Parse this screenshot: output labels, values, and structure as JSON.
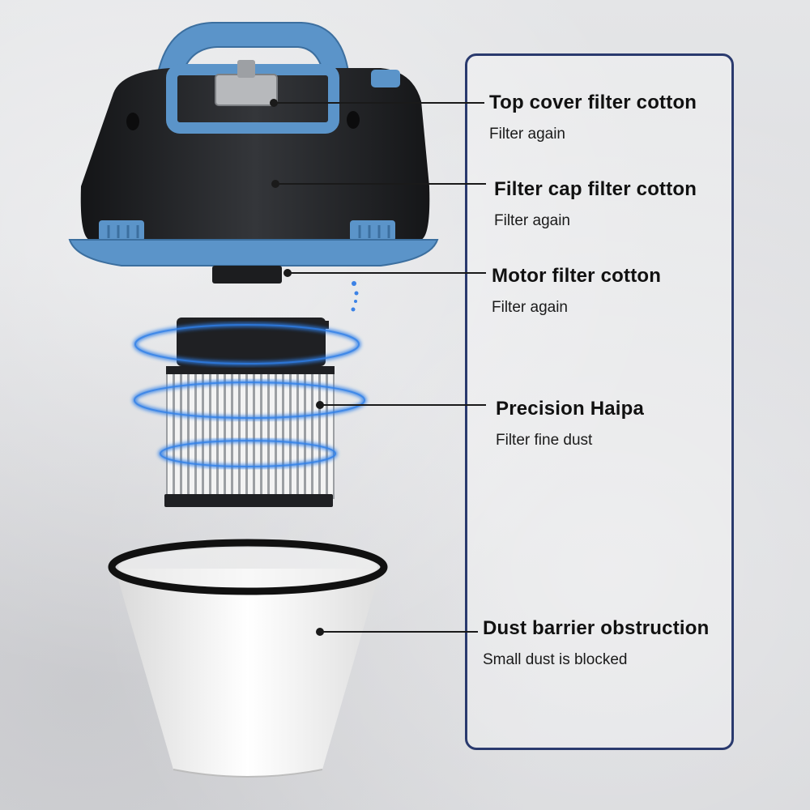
{
  "callouts": [
    {
      "title": "Top cover filter cotton",
      "subtitle": "Filter again"
    },
    {
      "title": "Filter cap filter cotton",
      "subtitle": "Filter again"
    },
    {
      "title": "Motor filter cotton",
      "subtitle": "Filter again"
    },
    {
      "title": "Precision Haipa",
      "subtitle": "Filter fine dust"
    },
    {
      "title": "Dust barrier obstruction",
      "subtitle": "Small dust is blocked"
    }
  ],
  "colors": {
    "accent_blue": "#4d8fc9",
    "panel_border": "#2a3a6e",
    "housing_black": "#232427",
    "glow_blue": "#2f7fe8"
  }
}
